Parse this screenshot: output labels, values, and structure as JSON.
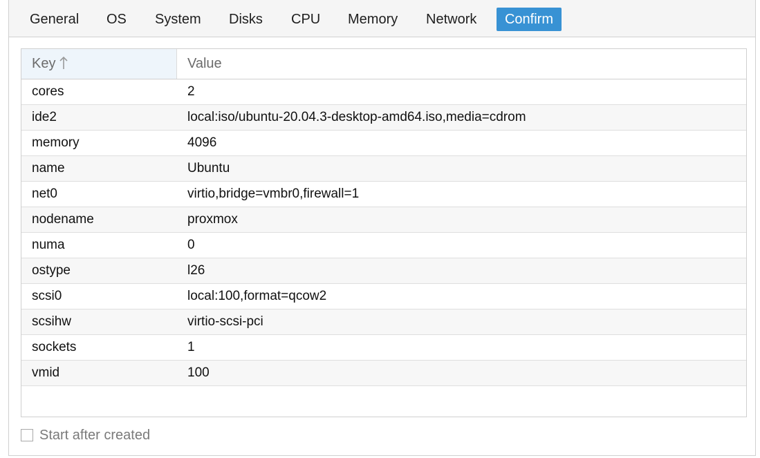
{
  "tabs": [
    {
      "label": "General",
      "active": false
    },
    {
      "label": "OS",
      "active": false
    },
    {
      "label": "System",
      "active": false
    },
    {
      "label": "Disks",
      "active": false
    },
    {
      "label": "CPU",
      "active": false
    },
    {
      "label": "Memory",
      "active": false
    },
    {
      "label": "Network",
      "active": false
    },
    {
      "label": "Confirm",
      "active": true
    }
  ],
  "grid": {
    "columns": {
      "key": "Key",
      "value": "Value",
      "sort": "ascending",
      "sort_icon": "arrow-up-icon"
    },
    "rows": [
      {
        "key": "cores",
        "value": "2"
      },
      {
        "key": "ide2",
        "value": "local:iso/ubuntu-20.04.3-desktop-amd64.iso,media=cdrom"
      },
      {
        "key": "memory",
        "value": "4096"
      },
      {
        "key": "name",
        "value": "Ubuntu"
      },
      {
        "key": "net0",
        "value": "virtio,bridge=vmbr0,firewall=1"
      },
      {
        "key": "nodename",
        "value": "proxmox"
      },
      {
        "key": "numa",
        "value": "0"
      },
      {
        "key": "ostype",
        "value": "l26"
      },
      {
        "key": "scsi0",
        "value": "local:100,format=qcow2"
      },
      {
        "key": "scsihw",
        "value": "virtio-scsi-pci"
      },
      {
        "key": "sockets",
        "value": "1"
      },
      {
        "key": "vmid",
        "value": "100"
      }
    ]
  },
  "start_after_created": {
    "label": "Start after created",
    "checked": false
  },
  "colors": {
    "accent": "#3892d4",
    "sorted_header_bg": "#eef5fb"
  }
}
